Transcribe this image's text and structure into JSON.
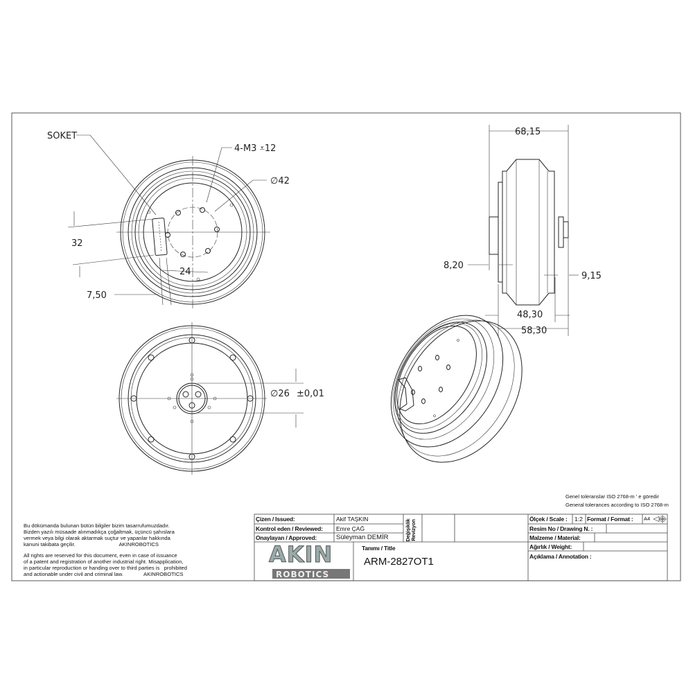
{
  "views": {
    "front": {
      "socket_label": "SOKET",
      "thread_callout": "4-M3 ⩡12",
      "diameter_42": "∅42",
      "dim_32": "32",
      "dim_24": "24",
      "dim_7_50": "7,50"
    },
    "rear": {
      "diameter_26": "∅26",
      "tolerance": "±0,01"
    },
    "side": {
      "dim_68_15": "68,15",
      "dim_8_20": "8,20",
      "dim_9_15": "9,15",
      "dim_48_30": "48,30",
      "dim_58_30": "58,30"
    }
  },
  "tolerance_note": {
    "tr": "Genel toleranslar ISO 2768-m ' e göredir",
    "en": "General tolerances according to ISO 2768-m"
  },
  "copyright": {
    "tr": "Bu dökümanda bulunan bütün bilgiler bizim tasarrufumuzdadır.\nBizden yazılı müsaade alınmadıkça çoğaltmak, üçüncü şahıslara\nvermek veya bilgi olarak aktarmak suçtur ve yapanlar hakkında\nkanuni takibata geçilir.                              AKINROBOTICS",
    "en": "All rights are reserved for this document, even in case of issuance\nof a patent and registration of another industrial right. Misapplication,\nin particular reproduction or handing over to third parties is   prohibited\nand actionable under civil and criminal law.              AKINROBOTICS"
  },
  "title_block": {
    "issued_label": "Çizen / Issued:",
    "issued_value": "Akif TAŞKIN",
    "reviewed_label": "Kontrol eden / Reviewed:",
    "reviewed_value": "Emre ÇAĞ",
    "approved_label": "Onaylayan / Approved:",
    "approved_value": "Süleyman DEMİR",
    "revision_label": "Değişiklik Revizyon",
    "title_label": "Tanımı / Title",
    "title_value": "ARM-2827OT1",
    "logo_text_top": "AKIN",
    "logo_text_bottom": "ROBOTICS",
    "scale_label": "Ölçek / Scale :",
    "scale_value": "1:2",
    "format_label": "Format / Format :",
    "format_value": "A4",
    "drawing_no_label": "Resim No / Drawing N. :",
    "material_label": "Malzeme / Material:",
    "weight_label": "Ağırlık / Weight:",
    "annotation_label": "Açıklama / Annotation :"
  }
}
